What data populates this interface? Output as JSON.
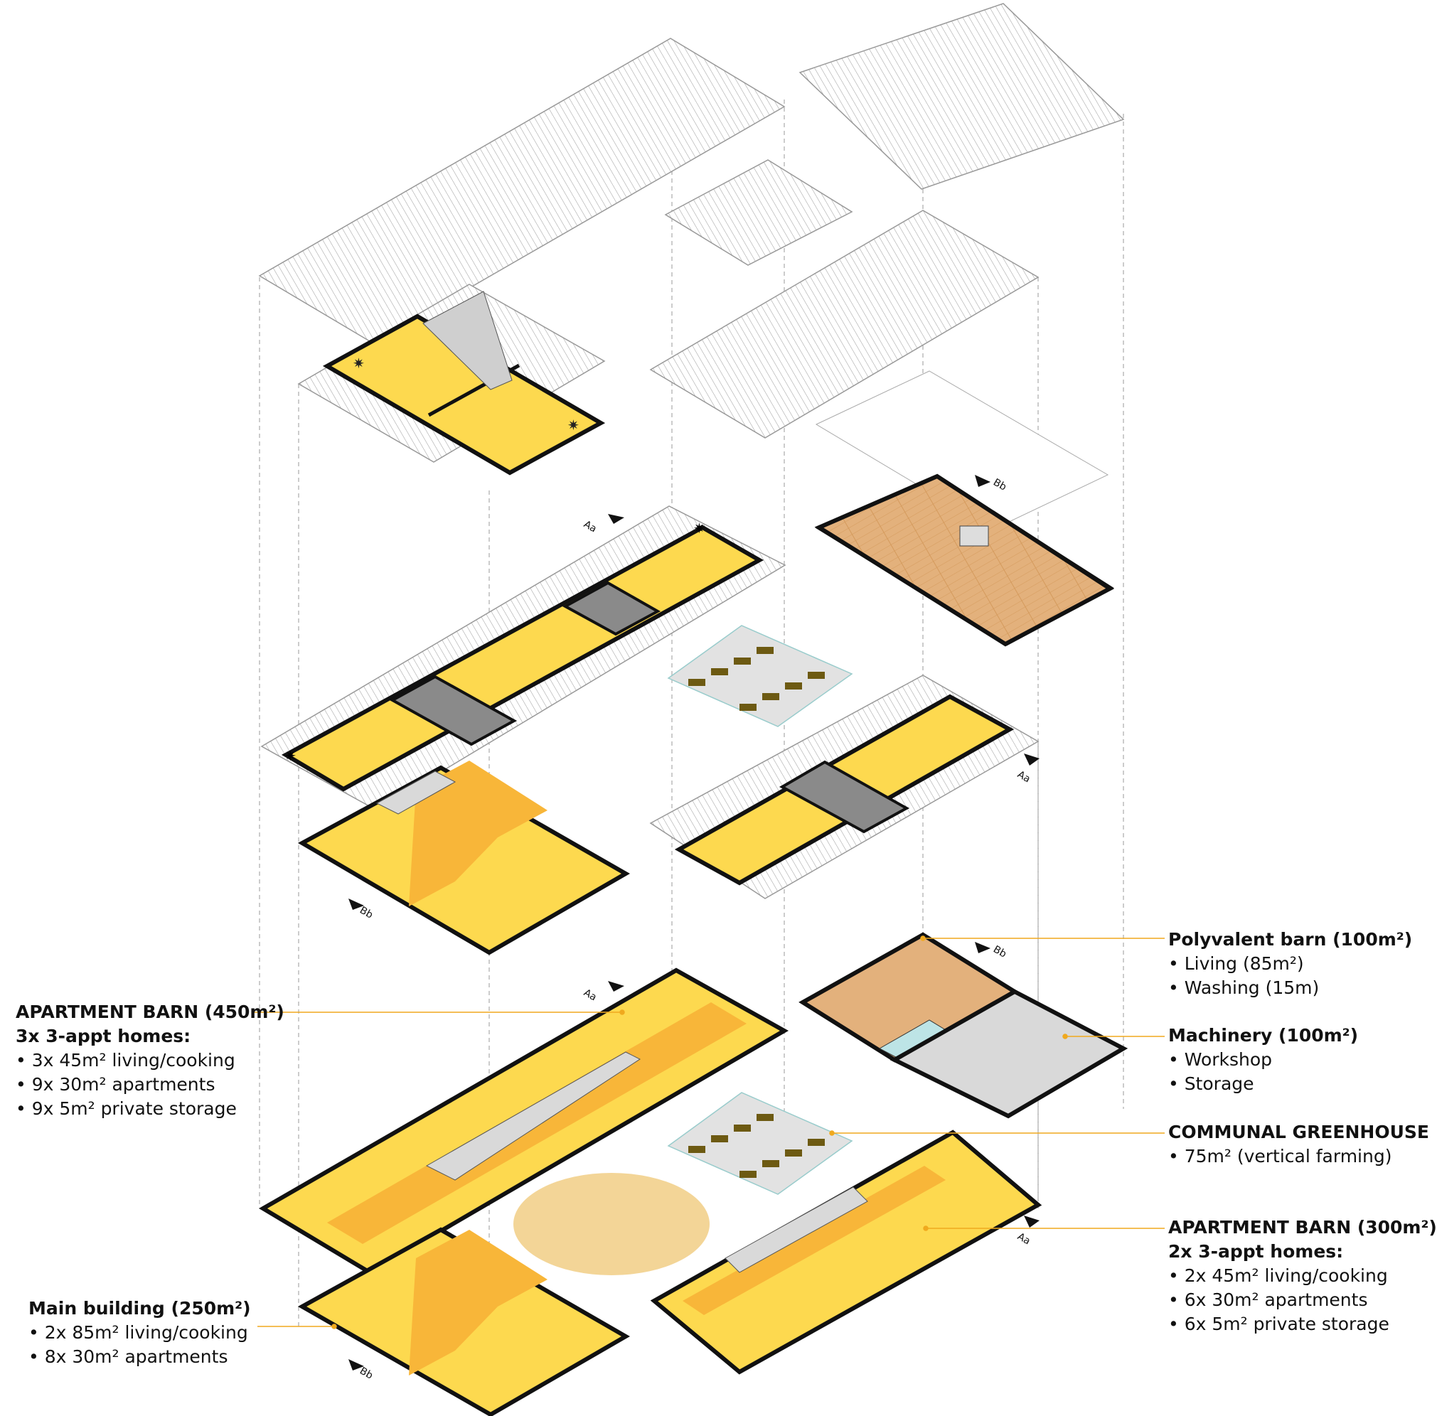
{
  "colors": {
    "yellow": "#fdd94f",
    "orange": "#f8b639",
    "wood": "#e2b07a",
    "grey": "#d9d9d9",
    "dark": "#8a8a8a",
    "pool": "#bde4e6",
    "circle": "#f3d597",
    "leader": "#f0a91e"
  },
  "section_marks": [
    "Aa",
    "Bb"
  ],
  "labels": {
    "apt450": {
      "title": "APARTMENT BARN (450m²)",
      "subtitle": "3x 3-appt homes:",
      "items": [
        "• 3x 45m² living/cooking",
        "• 9x 30m² apartments",
        "• 9x 5m² private storage"
      ]
    },
    "main": {
      "title": "Main building (250m²)",
      "items": [
        "• 2x 85m² living/cooking",
        "• 8x 30m² apartments"
      ]
    },
    "poly": {
      "title": "Polyvalent barn (100m²)",
      "items": [
        "• Living (85m²)",
        "• Washing (15m)"
      ]
    },
    "mach": {
      "title": "Machinery (100m²)",
      "items": [
        "• Workshop",
        "• Storage"
      ]
    },
    "green": {
      "title": "COMMUNAL GREENHOUSE",
      "items": [
        "• 75m² (vertical farming)"
      ]
    },
    "apt300": {
      "title": "APARTMENT BARN (300m²)",
      "subtitle": "2x 3-appt homes:",
      "items": [
        "• 2x 45m² living/cooking",
        "• 6x 30m² apartments",
        "• 6x 5m² private storage"
      ]
    }
  }
}
